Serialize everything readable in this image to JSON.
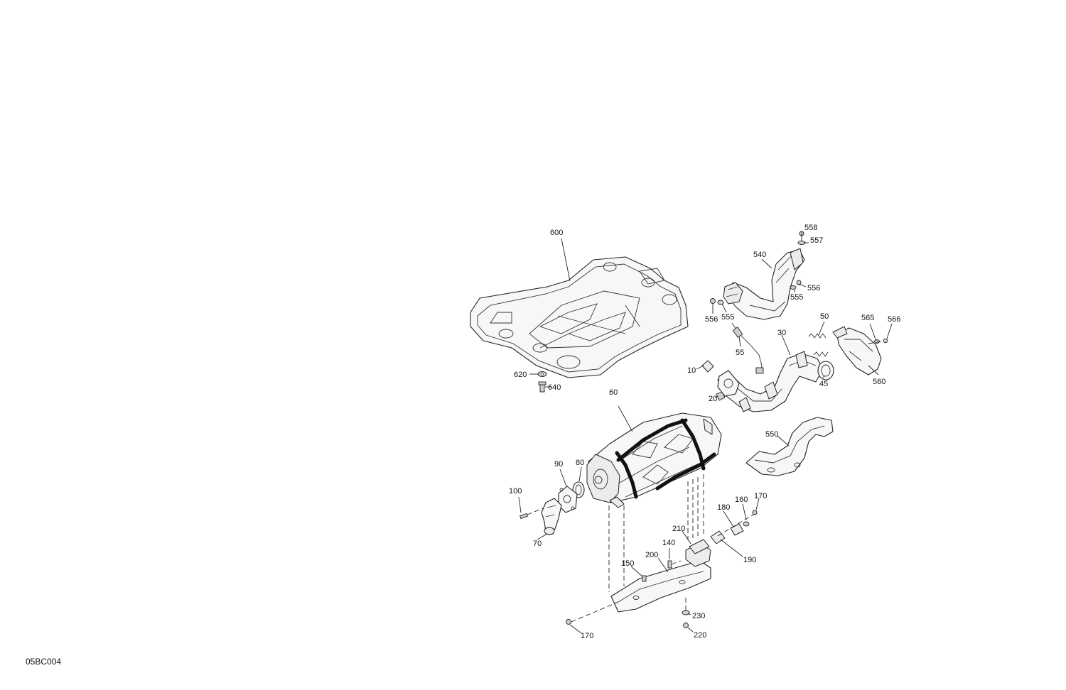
{
  "reference_code": "05BC004",
  "callouts": {
    "c600": "600",
    "c620": "620",
    "c640": "640",
    "c60": "60",
    "c90": "90",
    "c80": "80",
    "c100": "100",
    "c70": "70",
    "c558": "558",
    "c557": "557",
    "c540": "540",
    "c556a": "556",
    "c555a": "555",
    "c556b": "556",
    "c555b": "555",
    "c55": "55",
    "c50": "50",
    "c565": "565",
    "c566": "566",
    "c30": "30",
    "c10": "10",
    "c20": "20",
    "c45": "45",
    "c560": "560",
    "c550": "550",
    "c160": "160",
    "c170a": "170",
    "c180": "180",
    "c210": "210",
    "c140": "140",
    "c190": "190",
    "c200": "200",
    "c150": "150",
    "c230": "230",
    "c220": "220",
    "c170b": "170"
  }
}
